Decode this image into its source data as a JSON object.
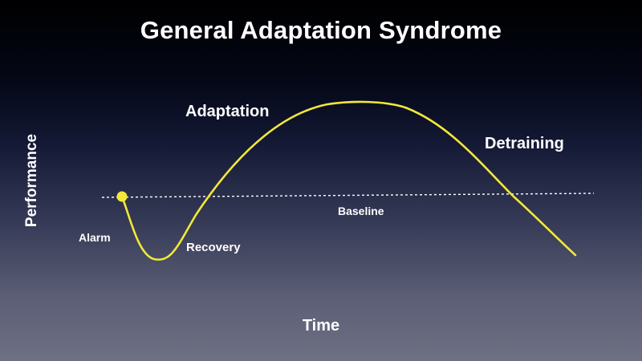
{
  "slide": {
    "title": "General Adaptation Syndrome"
  },
  "axes": {
    "y_label": "Performance",
    "x_label": "Time"
  },
  "labels": {
    "adaptation": "Adaptation",
    "detraining": "Detraining",
    "baseline": "Baseline",
    "alarm": "Alarm",
    "recovery": "Recovery"
  },
  "colors": {
    "curve": "#f2e83a",
    "marker": "#f2e83a",
    "baseline": "#ffffff",
    "text": "#ffffff"
  }
}
